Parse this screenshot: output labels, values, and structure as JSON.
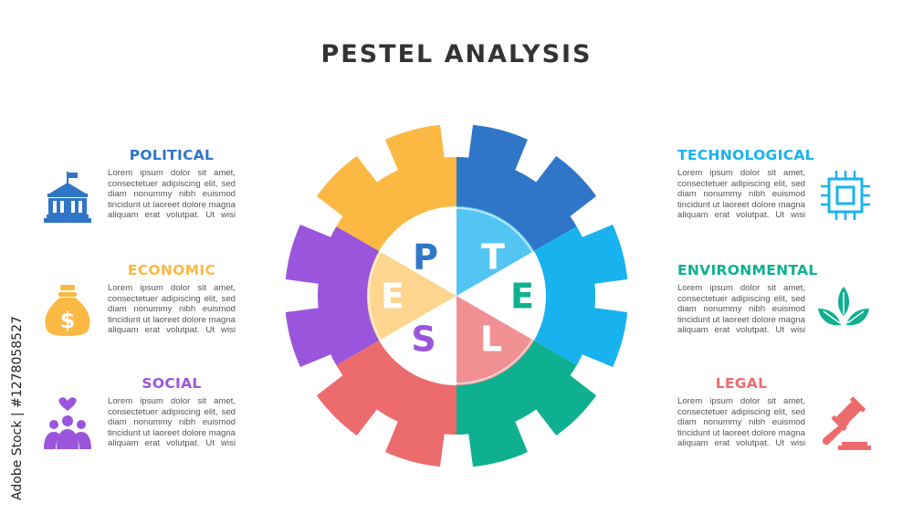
{
  "title": "PESTEL ANALYSIS",
  "gear_letters": {
    "p": "P",
    "t": "T",
    "e_right": "E",
    "l": "L",
    "s": "S",
    "e_left": "E"
  },
  "colors": {
    "political": "#2f76c9",
    "technological": "#18b2ef",
    "environmental": "#0eb08f",
    "legal": "#ec6b6d",
    "social": "#9a55dc",
    "economic": "#fbb944"
  },
  "sections": {
    "political": {
      "heading": "POLITICAL",
      "icon": "government-building-icon"
    },
    "economic": {
      "heading": "ECONOMIC",
      "icon": "money-bag-icon"
    },
    "social": {
      "heading": "SOCIAL",
      "icon": "people-heart-icon"
    },
    "technological": {
      "heading": "TECHNOLOGICAL",
      "icon": "cpu-chip-icon"
    },
    "environmental": {
      "heading": "ENVIRONMENTAL",
      "icon": "leaves-icon"
    },
    "legal": {
      "heading": "LEGAL",
      "icon": "gavel-icon"
    }
  },
  "body_lines": [
    "Lorem ipsum dolor sit amet,",
    "consectetuer adipiscing elit, sed",
    "diam nonummy nibh euismod",
    "tincidunt ut laoreet dolore magna",
    "aliquam erat volutpat. Ut wisi"
  ],
  "stock_id": "Adobe Stock | #1278058527"
}
